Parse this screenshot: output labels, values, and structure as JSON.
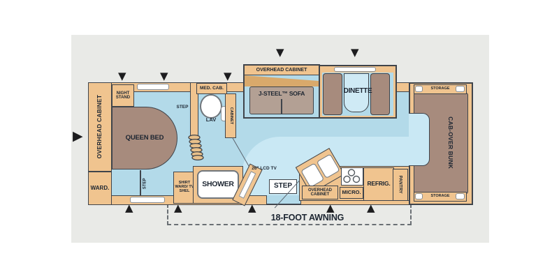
{
  "bedroom": {
    "overhead_cabinet": "OVERHEAD CABINET",
    "wardrobe": "WARD.",
    "night_stand": "NIGHT STAND",
    "queen_bed": "QUEEN BED",
    "step_head": "STEP",
    "step_foot": "STEP"
  },
  "bathroom": {
    "med_cab": "MED. CAB.",
    "lav": "LAV",
    "cabinet": "CABINET",
    "shower": "SHOWER",
    "shirt_ward": "SHIRT WARD/ TV SHEL"
  },
  "living": {
    "overhead_cabinet": "OVERHEAD CABINET",
    "sofa": "J-STEEL™ SOFA",
    "dinette": "DINETTE",
    "lcd_tv": "26\" LCD TV"
  },
  "kitchen": {
    "overhead_cabinet": "OVERHEAD CABINET",
    "micro": "MICRO.",
    "refrig": "REFRIG.",
    "pantry": "PANTRY",
    "entry_step": "STEP"
  },
  "rear": {
    "cab_over_bunk": "CAB-OVER BUNK",
    "storage_top": "STORAGE",
    "storage_bottom": "STORAGE"
  },
  "awning": {
    "label": "18-FOOT AWNING"
  },
  "icons": {
    "slideout_down": "▼",
    "slideout_up": "▲",
    "front_arrow": "▶"
  },
  "colors": {
    "background": "#e9eae7",
    "floor": "#b3dae9",
    "floor_light": "#c9e8f4",
    "wood": "#f0c48f",
    "furniture": "#a78b7d",
    "outline": "#3f444b",
    "text": "#1c2531"
  }
}
